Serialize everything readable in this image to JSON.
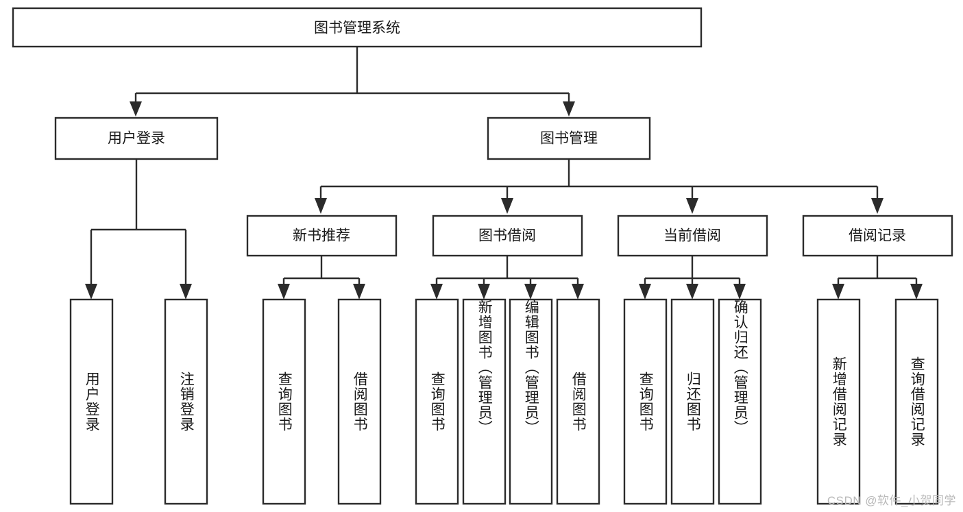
{
  "diagram": {
    "type": "hierarchy-tree",
    "title_node": {
      "id": "root",
      "label": "图书管理系统"
    },
    "level2": [
      {
        "id": "user-login",
        "label": "用户登录"
      },
      {
        "id": "book-manage",
        "label": "图书管理"
      }
    ],
    "level3": [
      {
        "id": "new-book-recommend",
        "label": "新书推荐",
        "parent": "book-manage"
      },
      {
        "id": "book-borrow",
        "label": "图书借阅",
        "parent": "book-manage"
      },
      {
        "id": "current-borrow",
        "label": "当前借阅",
        "parent": "book-manage"
      },
      {
        "id": "borrow-record",
        "label": "借阅记录",
        "parent": "book-manage"
      }
    ],
    "leaves": [
      {
        "id": "leaf-user-login",
        "label": "用户登录",
        "parent": "user-login"
      },
      {
        "id": "leaf-logout-login",
        "label": "注销登录",
        "parent": "user-login"
      },
      {
        "id": "leaf-query-book-1",
        "label": "查询图书",
        "parent": "new-book-recommend"
      },
      {
        "id": "leaf-borrow-book-1",
        "label": "借阅图书",
        "parent": "new-book-recommend"
      },
      {
        "id": "leaf-query-book-2",
        "label": "查询图书",
        "parent": "book-borrow"
      },
      {
        "id": "leaf-add-book",
        "label": "新增图书（管理员）",
        "parent": "book-borrow"
      },
      {
        "id": "leaf-edit-book",
        "label": "编辑图书（管理员）",
        "parent": "book-borrow"
      },
      {
        "id": "leaf-borrow-book-2",
        "label": "借阅图书",
        "parent": "book-borrow"
      },
      {
        "id": "leaf-query-book-3",
        "label": "查询图书",
        "parent": "current-borrow"
      },
      {
        "id": "leaf-return-book",
        "label": "归还图书",
        "parent": "current-borrow"
      },
      {
        "id": "leaf-confirm-return",
        "label": "确认归还（管理员）",
        "parent": "current-borrow"
      },
      {
        "id": "leaf-add-record",
        "label": "新增借阅记录",
        "parent": "borrow-record"
      },
      {
        "id": "leaf-query-record",
        "label": "查询借阅记录",
        "parent": "borrow-record"
      }
    ],
    "colors": {
      "stroke": "#2b2b2b",
      "box_fill": "#ffffff",
      "text": "#1a1a1a",
      "background": "#ffffff",
      "watermark": "#b9b9b9"
    }
  },
  "watermark": {
    "text": "CSDN @软件_小贺同学"
  }
}
